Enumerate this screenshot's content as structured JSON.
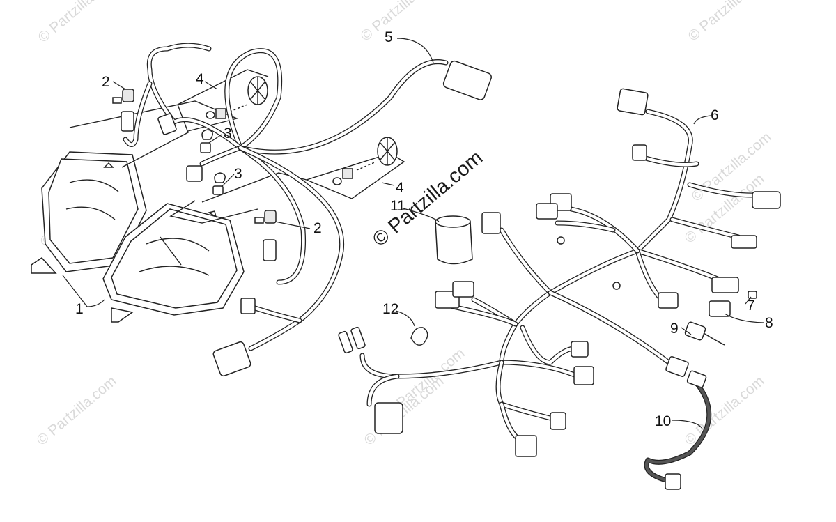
{
  "watermark": {
    "text": "Partzilla",
    "copyright_mark": "©",
    "center_text": "© Partzilla.com",
    "repeat_text": "© Partzilla.com"
  },
  "callouts": [
    {
      "id": "1",
      "label": "1"
    },
    {
      "id": "2a",
      "label": "2"
    },
    {
      "id": "2b",
      "label": "2"
    },
    {
      "id": "3a",
      "label": "3"
    },
    {
      "id": "3b",
      "label": "3"
    },
    {
      "id": "4a",
      "label": "4"
    },
    {
      "id": "4b",
      "label": "4"
    },
    {
      "id": "5",
      "label": "5"
    },
    {
      "id": "6",
      "label": "6"
    },
    {
      "id": "7",
      "label": "7"
    },
    {
      "id": "8",
      "label": "8"
    },
    {
      "id": "9",
      "label": "9"
    },
    {
      "id": "10",
      "label": "10"
    },
    {
      "id": "11",
      "label": "11"
    },
    {
      "id": "12",
      "label": "12"
    }
  ]
}
